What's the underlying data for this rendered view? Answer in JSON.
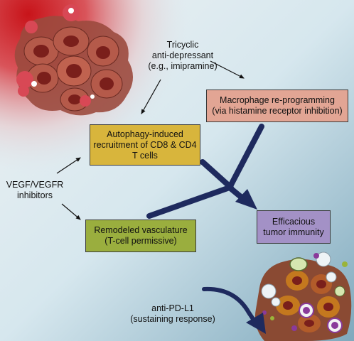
{
  "labels": {
    "tricyclic": [
      "Tricyclic",
      "anti-depressant",
      "(e.g., imipramine)"
    ],
    "vegf": [
      "VEGF/VEGFR",
      "inhibitors"
    ],
    "antipdl1": [
      "anti-PD-L1",
      "(sustaining response)"
    ]
  },
  "boxes": {
    "macrophage": [
      "Macrophage re-programming",
      "(via histamine receptor inhibition)"
    ],
    "autophagy": [
      "Autophagy-induced",
      "recruitment of CD8 & CD4",
      "T cells"
    ],
    "vasculature": [
      "Remodeled vasculature",
      "(T-cell permissive)"
    ],
    "immunity": [
      "Efficacious",
      "tumor immunity"
    ]
  },
  "colors": {
    "background_top_left": "#c8141a",
    "background_main": "#dce9ef",
    "macrophage_box": "#e2a594",
    "autophagy_box": "#d8b53c",
    "vasculature_box": "#9aae3e",
    "immunity_box": "#a391c6",
    "pathway_arrow": "#1e2a5e"
  }
}
